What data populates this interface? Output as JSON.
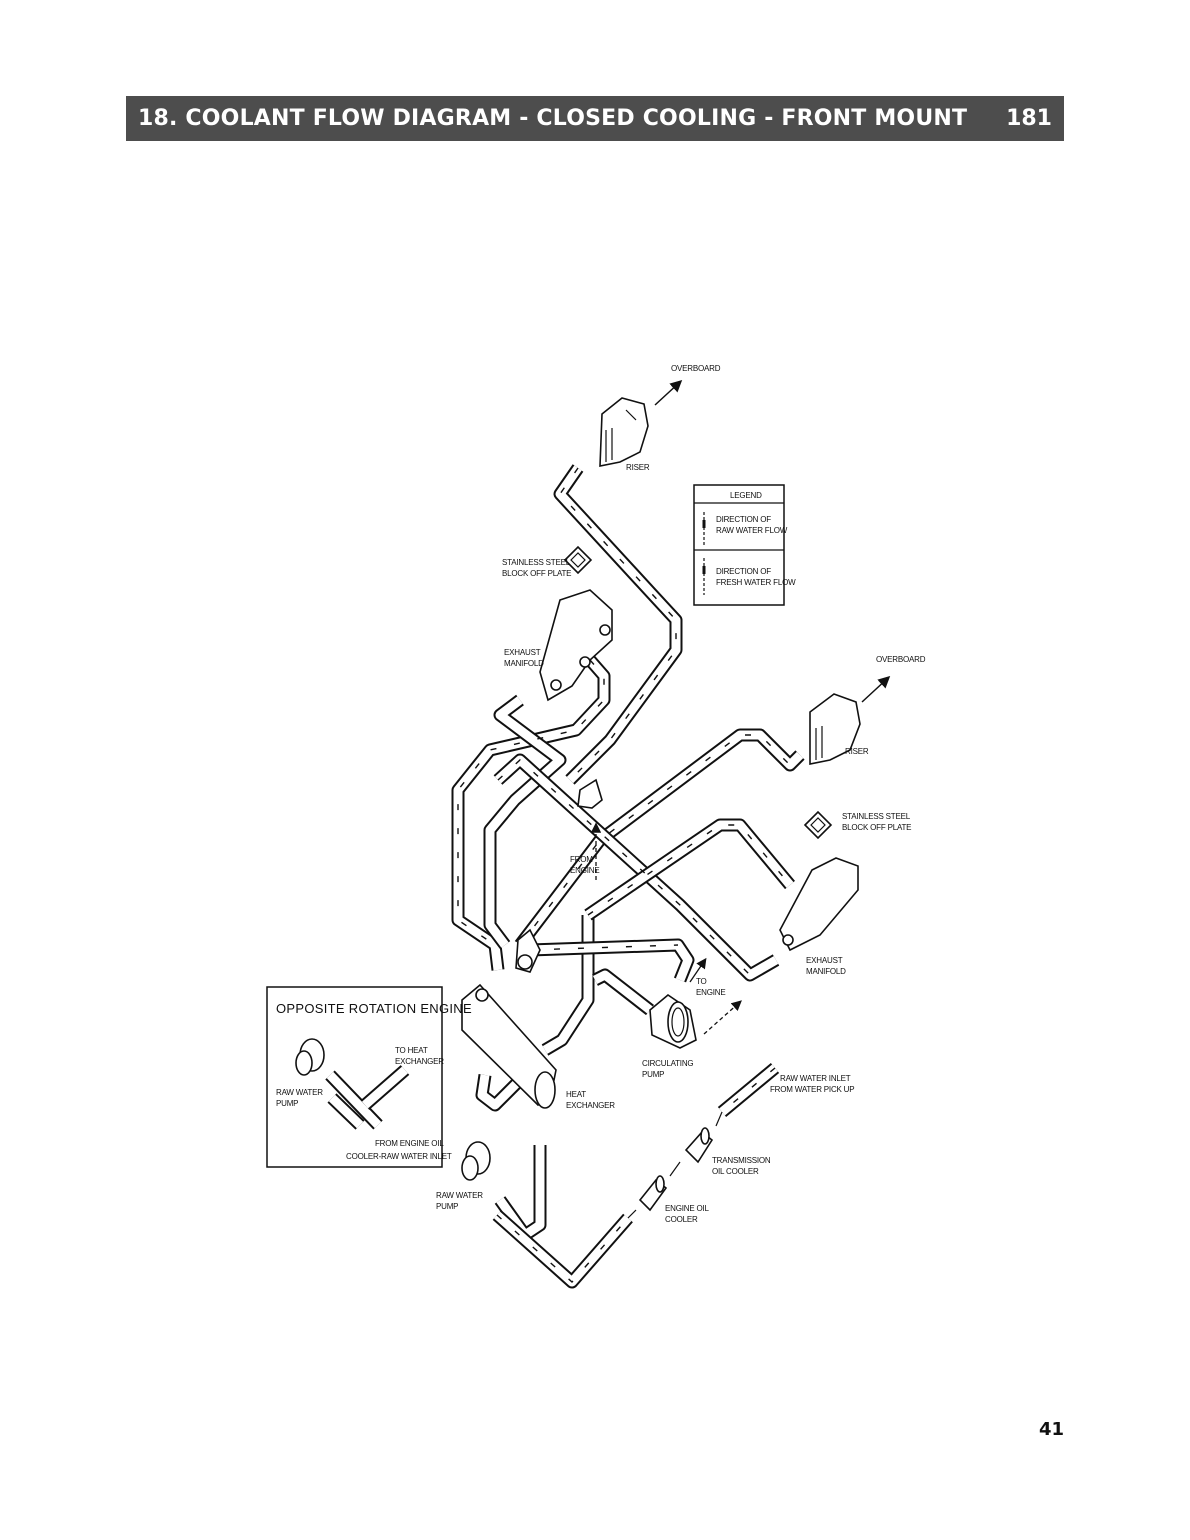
{
  "header": {
    "title": "18.  COOLANT FLOW DIAGRAM - CLOSED COOLING - FRONT MOUNT",
    "number": "181"
  },
  "labels": {
    "overboard_top": "OVERBOARD",
    "riser_top": "RISER",
    "stainless_steel_block_off_plate_left": [
      "STAINLESS STEEL",
      "BLOCK OFF PLATE"
    ],
    "exhaust_manifold_left": [
      "EXHAUST",
      "MANIFOLD"
    ],
    "overboard_right": "OVERBOARD",
    "riser_right": "RISER",
    "stainless_steel_block_off_plate_right": [
      "STAINLESS STEEL",
      "BLOCK OFF PLATE"
    ],
    "from_engine": [
      "FROM",
      "ENGINE"
    ],
    "exhaust_manifold_right": [
      "EXHAUST",
      "MANIFOLD"
    ],
    "to_engine": [
      "TO",
      "ENGINE"
    ],
    "circulating_pump": [
      "CIRCULATING",
      "PUMP"
    ],
    "heat_exchanger": [
      "HEAT",
      "EXCHANGER"
    ],
    "raw_water_inlet": [
      "RAW WATER INLET",
      "FROM WATER PICK UP"
    ],
    "transmission_oil_cooler": [
      "TRANSMISSION",
      "OIL COOLER"
    ],
    "engine_oil_cooler": [
      "ENGINE OIL",
      "COOLER"
    ],
    "raw_water_pump": [
      "RAW WATER",
      "PUMP"
    ]
  },
  "legend": {
    "title": "LEGEND",
    "items": [
      {
        "label": [
          "DIRECTION OF",
          "RAW WATER FLOW"
        ]
      },
      {
        "label": [
          "DIRECTION OF",
          "FRESH WATER FLOW"
        ]
      }
    ]
  },
  "inset": {
    "title": "OPPOSITE ROTATION ENGINE",
    "to_heat_exchanger": [
      "TO HEAT",
      "EXCHANGER"
    ],
    "raw_water_pump": [
      "RAW WATER",
      "PUMP"
    ],
    "from_engine_oil": [
      "FROM ENGINE OIL",
      "COOLER-RAW WATER INLET"
    ]
  },
  "page_number": "41"
}
